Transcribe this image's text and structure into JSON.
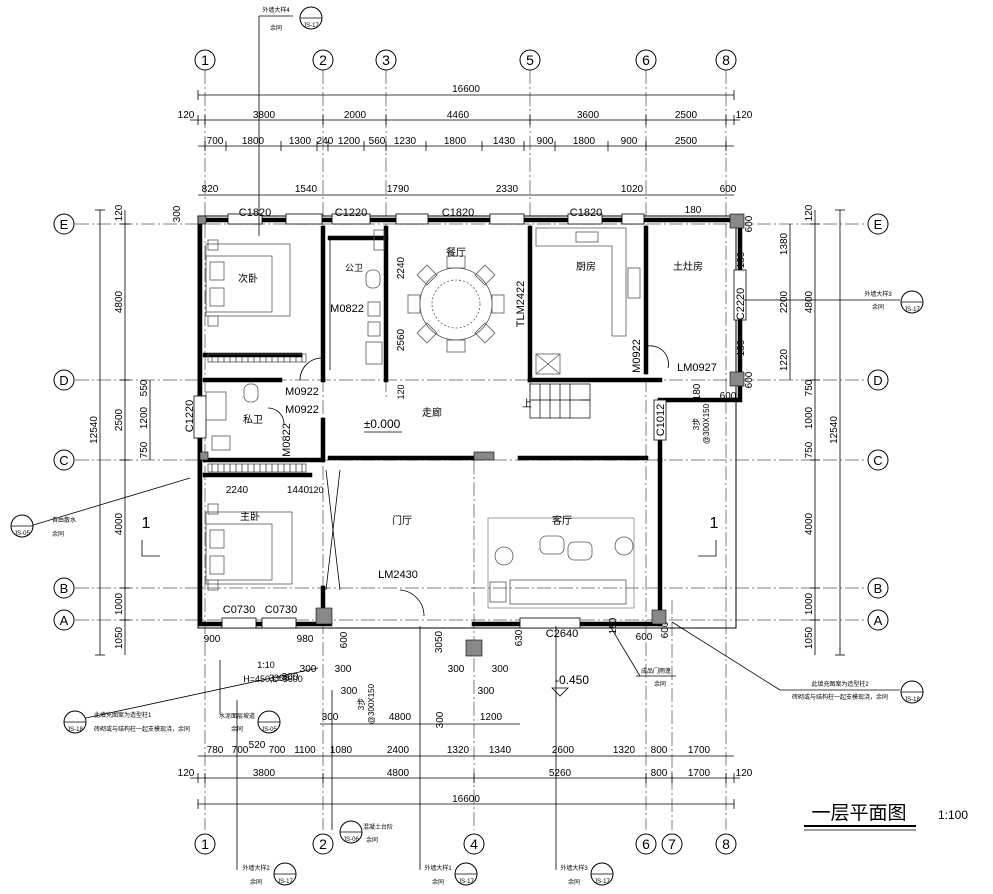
{
  "title": {
    "main": "一层平面图",
    "scale": "1:100"
  },
  "axes": {
    "top": [
      "1",
      "2",
      "3",
      "5",
      "6",
      "8"
    ],
    "bottom": [
      "1",
      "2",
      "4",
      "6",
      "7",
      "8"
    ],
    "rows": [
      "E",
      "D",
      "C",
      "B",
      "A"
    ]
  },
  "dims_top": {
    "overall": "16600",
    "row2": [
      "120",
      "3800",
      "2000",
      "4460",
      "3600",
      "2500",
      "120"
    ],
    "row3": [
      "700",
      "1800",
      "1300",
      "240",
      "1200",
      "560",
      "1230",
      "1800",
      "1430",
      "900",
      "1800",
      "900",
      "2500"
    ],
    "windows": [
      "820",
      "1540",
      "1790",
      "2330",
      "1020",
      "600"
    ]
  },
  "dims_bottom": {
    "overall": "16600",
    "row2": [
      "120",
      "3800",
      "4800",
      "5260",
      "800",
      "1700",
      "120"
    ],
    "row3": [
      "780",
      "700",
      "520",
      "700",
      "1100",
      "1080",
      "2400",
      "1320",
      "1340",
      "2600",
      "1320",
      "800",
      "1700"
    ],
    "steps": [
      "300",
      "300",
      "300",
      "300",
      "300",
      "300",
      "300"
    ],
    "mid": [
      "4800",
      "1200"
    ],
    "top_small": [
      "900",
      "980",
      "300",
      "600",
      "630",
      "3050",
      "600",
      "180"
    ]
  },
  "dims_left": {
    "overall": "12540",
    "row1": [
      "120",
      "4800",
      "2500",
      "4000",
      "1000",
      "1050"
    ],
    "row2": [
      "550",
      "1200",
      "750",
      "300"
    ]
  },
  "dims_right": {
    "overall": "12540",
    "row1": [
      "120",
      "4800",
      "750",
      "1000",
      "750",
      "4000",
      "1000",
      "1050"
    ],
    "row2": [
      "1380",
      "2200",
      "1220"
    ],
    "small": [
      "180",
      "180",
      "180",
      "180",
      "600",
      "600",
      "600",
      "600"
    ]
  },
  "rooms": {
    "bedroom2": "次卧",
    "wc_public": "公卫",
    "dining": "餐厅",
    "kitchen": "厨房",
    "stove": "土灶房",
    "wc_private": "私卫",
    "corridor": "走廊",
    "master": "主卧",
    "foyer": "门厅",
    "living": "客厅"
  },
  "openings": {
    "c1820": "C1820",
    "c1220_top": "C1220",
    "c1220_left": "C1220",
    "m0822_a": "M0822",
    "m0822_b": "M0822",
    "tlm2422": "TLM2422",
    "c2220": "C2220",
    "m0922_k": "M0922",
    "m0922_a": "M0922",
    "m0922_b": "M0922",
    "lm0927": "LM0927",
    "c1012": "C1012",
    "lm2430": "LM2430",
    "c0730": "C0730",
    "c2640": "C2640"
  },
  "marks": {
    "level0": "±0.000",
    "level1": "-0.450",
    "up": "上",
    "section": "1",
    "dim_2240": "2240",
    "dim_2560": "2560",
    "dim_120": "120",
    "dim_2240b": "2240",
    "dim_1440": "1440",
    "dim_120b": "120",
    "dim_300": "300",
    "dim_3300": "3300",
    "step_count": "3步",
    "step_size": "@300X150",
    "ramp_a": "1:10",
    "ramp_b": "H=450,L=3600",
    "step_count_b": "3步",
    "step_size_b": "@300X150"
  },
  "callouts": {
    "wall4": "外墙大样4",
    "wall3a": "外墙大样3",
    "wall2": "外墙大样2",
    "wall1": "外墙大样1",
    "wall3b": "外墙大样3",
    "same": "余同",
    "drip": "自由散水",
    "col1_a": "此填充图案为造型柱1",
    "col1_b": "砖砌或与结构柱一起支模现浇，余同",
    "col2_a": "此填充图案为造型柱2",
    "col2_b": "砖砌或与结构柱一起支模现浇，余同",
    "door_cover": "成品门雨蓬",
    "ramp": "水泥面层坡道",
    "steps": "混凝土台阶",
    "ref_17": "JS-17",
    "ref_18": "JS-18",
    "ref_05": "JS-05",
    "ref_06": "JS-06",
    "ref_03": "JS-03"
  }
}
